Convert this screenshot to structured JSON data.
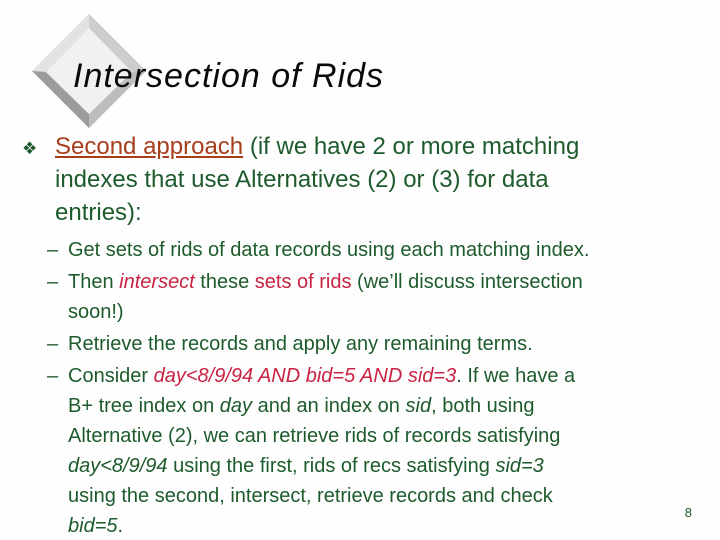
{
  "slide": {
    "title": "Intersection of Rids",
    "page_number": "8",
    "colors": {
      "body_green": "#1d5b2c",
      "accent_red": "#c92343",
      "accent_brown": "#a63e1b",
      "title_black": "#0a0a0a",
      "background": "#fefefe"
    },
    "icons": {
      "diamond_logo": "beveled-diamond-decoration",
      "level1_bullet": "❖",
      "level2_bullet": "–"
    },
    "bullets": [
      {
        "level": 1,
        "marker": "❖",
        "lines": [
          [
            {
              "t": "Second approach",
              "s": "brown-underline"
            },
            {
              "t": " (if we have 2 or more matching",
              "s": "green"
            }
          ],
          [
            {
              "t": "indexes that use Alternatives (2) or (3) for data",
              "s": "green"
            }
          ],
          [
            {
              "t": "entries):",
              "s": "green"
            }
          ]
        ]
      },
      {
        "level": 2,
        "marker": "–",
        "lines": [
          [
            {
              "t": "Get sets of rids of data records using each matching index.",
              "s": "green"
            }
          ]
        ]
      },
      {
        "level": 2,
        "marker": "–",
        "lines": [
          [
            {
              "t": "Then ",
              "s": "green"
            },
            {
              "t": "intersect",
              "s": "red-italic"
            },
            {
              "t": " these ",
              "s": "green"
            },
            {
              "t": "sets of rids",
              "s": "red"
            },
            {
              "t": " (we’ll discuss intersection",
              "s": "green"
            }
          ],
          [
            {
              "t": "soon!)",
              "s": "green"
            }
          ]
        ]
      },
      {
        "level": 2,
        "marker": "–",
        "lines": [
          [
            {
              "t": "Retrieve the records and apply any remaining terms.",
              "s": "green"
            }
          ]
        ]
      },
      {
        "level": 2,
        "marker": "–",
        "lines": [
          [
            {
              "t": "Consider ",
              "s": "green"
            },
            {
              "t": "day<8/9/94 AND bid=5 AND sid=3",
              "s": "red-italic"
            },
            {
              "t": ". If we have a",
              "s": "green"
            }
          ],
          [
            {
              "t": "B+ tree index on ",
              "s": "green"
            },
            {
              "t": "day",
              "s": "green-italic"
            },
            {
              "t": " and an index on ",
              "s": "green"
            },
            {
              "t": "sid",
              "s": "green-italic"
            },
            {
              "t": ", both using",
              "s": "green"
            }
          ],
          [
            {
              "t": "Alternative (2), we can retrieve rids of records satisfying",
              "s": "green"
            }
          ],
          [
            {
              "t": "day<8/9/94",
              "s": "green-italic"
            },
            {
              "t": " using the first, rids of recs satisfying ",
              "s": "green"
            },
            {
              "t": "sid=3",
              "s": "green-italic"
            }
          ],
          [
            {
              "t": "using the second, intersect, retrieve records and check",
              "s": "green"
            }
          ],
          [
            {
              "t": "bid=5",
              "s": "green-italic"
            },
            {
              "t": ".",
              "s": "green"
            }
          ]
        ]
      }
    ]
  }
}
